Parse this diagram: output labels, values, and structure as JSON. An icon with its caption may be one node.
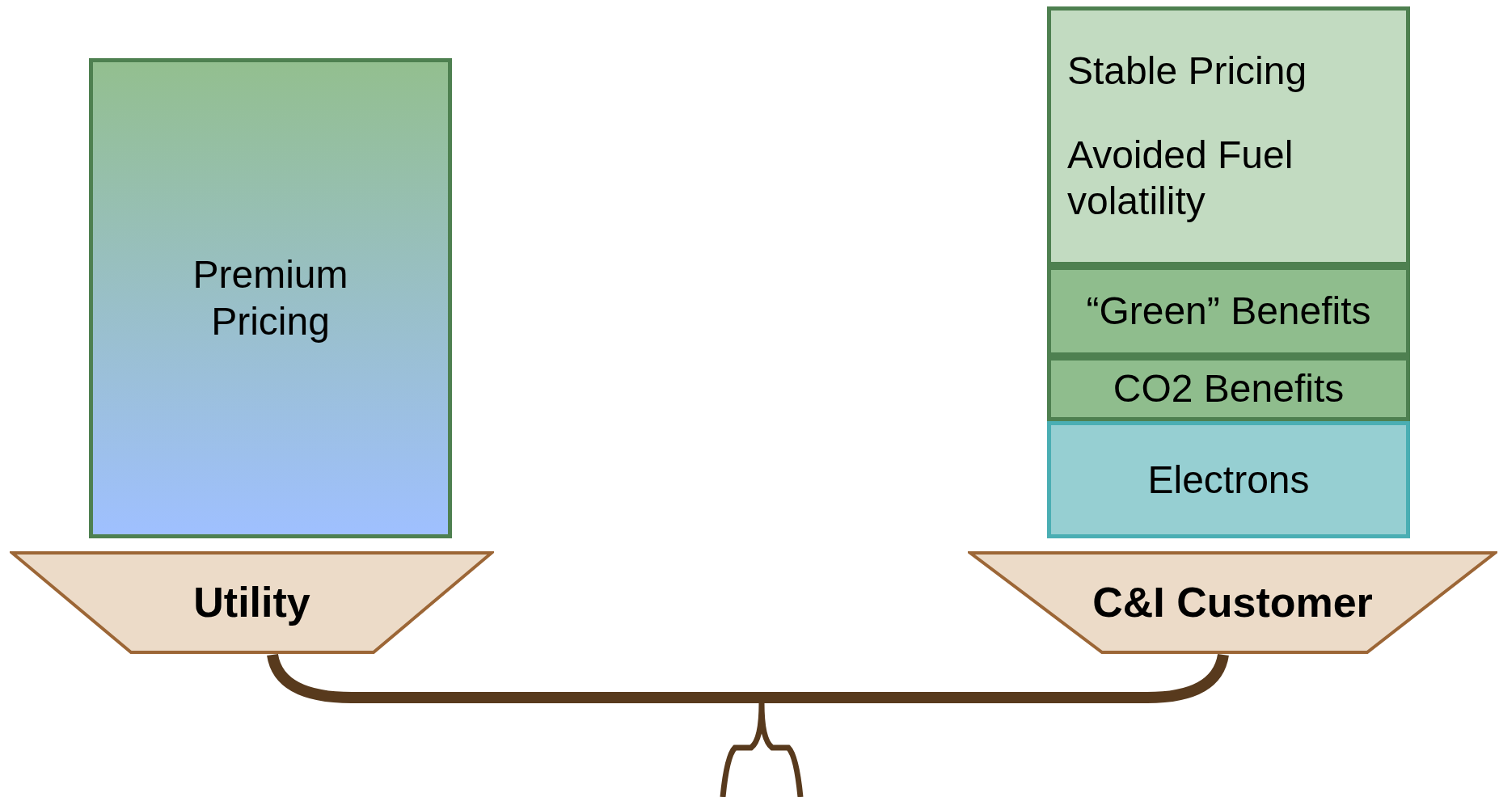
{
  "diagram": {
    "nodes": [
      {
        "text": [
          "Premium Pricing"
        ]
      },
      {
        "text": [
          "Utility"
        ]
      },
      {
        "text": [
          "Stable Pricing",
          "Avoided Fuel volatility"
        ]
      },
      {
        "text": [
          "“Green” Benefits"
        ]
      },
      {
        "text": [
          "CO2 Benefits"
        ]
      },
      {
        "text": [
          "Electrons"
        ]
      },
      {
        "text": [
          "C&I Customer"
        ]
      }
    ]
  }
}
